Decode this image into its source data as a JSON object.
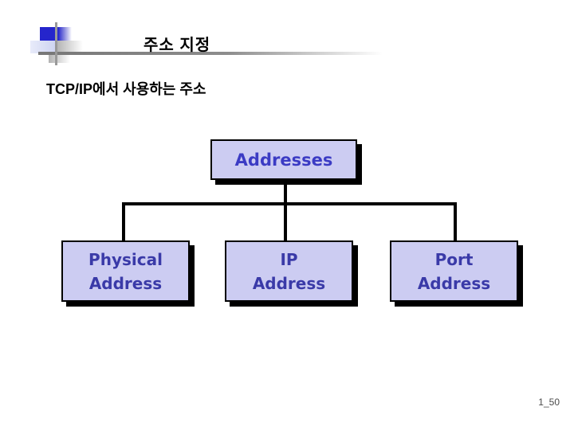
{
  "slide": {
    "title": "주소 지정",
    "subtitle": "TCP/IP에서 사용하는 주소",
    "page_number": "1_50"
  },
  "diagram": {
    "root": {
      "label": "Addresses"
    },
    "children": [
      {
        "line1": "Physical",
        "line2": "Address"
      },
      {
        "line1": "IP",
        "line2": "Address"
      },
      {
        "line1": "Port",
        "line2": "Address"
      }
    ]
  },
  "colors": {
    "box_fill": "#ccccf2",
    "box_border": "#000000",
    "box_shadow": "#000000",
    "root_text": "#3b3bc4",
    "child_text": "#3a3aa8",
    "title_text": "#000000",
    "subtitle_text": "#000000",
    "accent_blue": "#2525cc",
    "rule_gray": "#8d8d8d",
    "page_number_text": "#4a4a4a"
  }
}
